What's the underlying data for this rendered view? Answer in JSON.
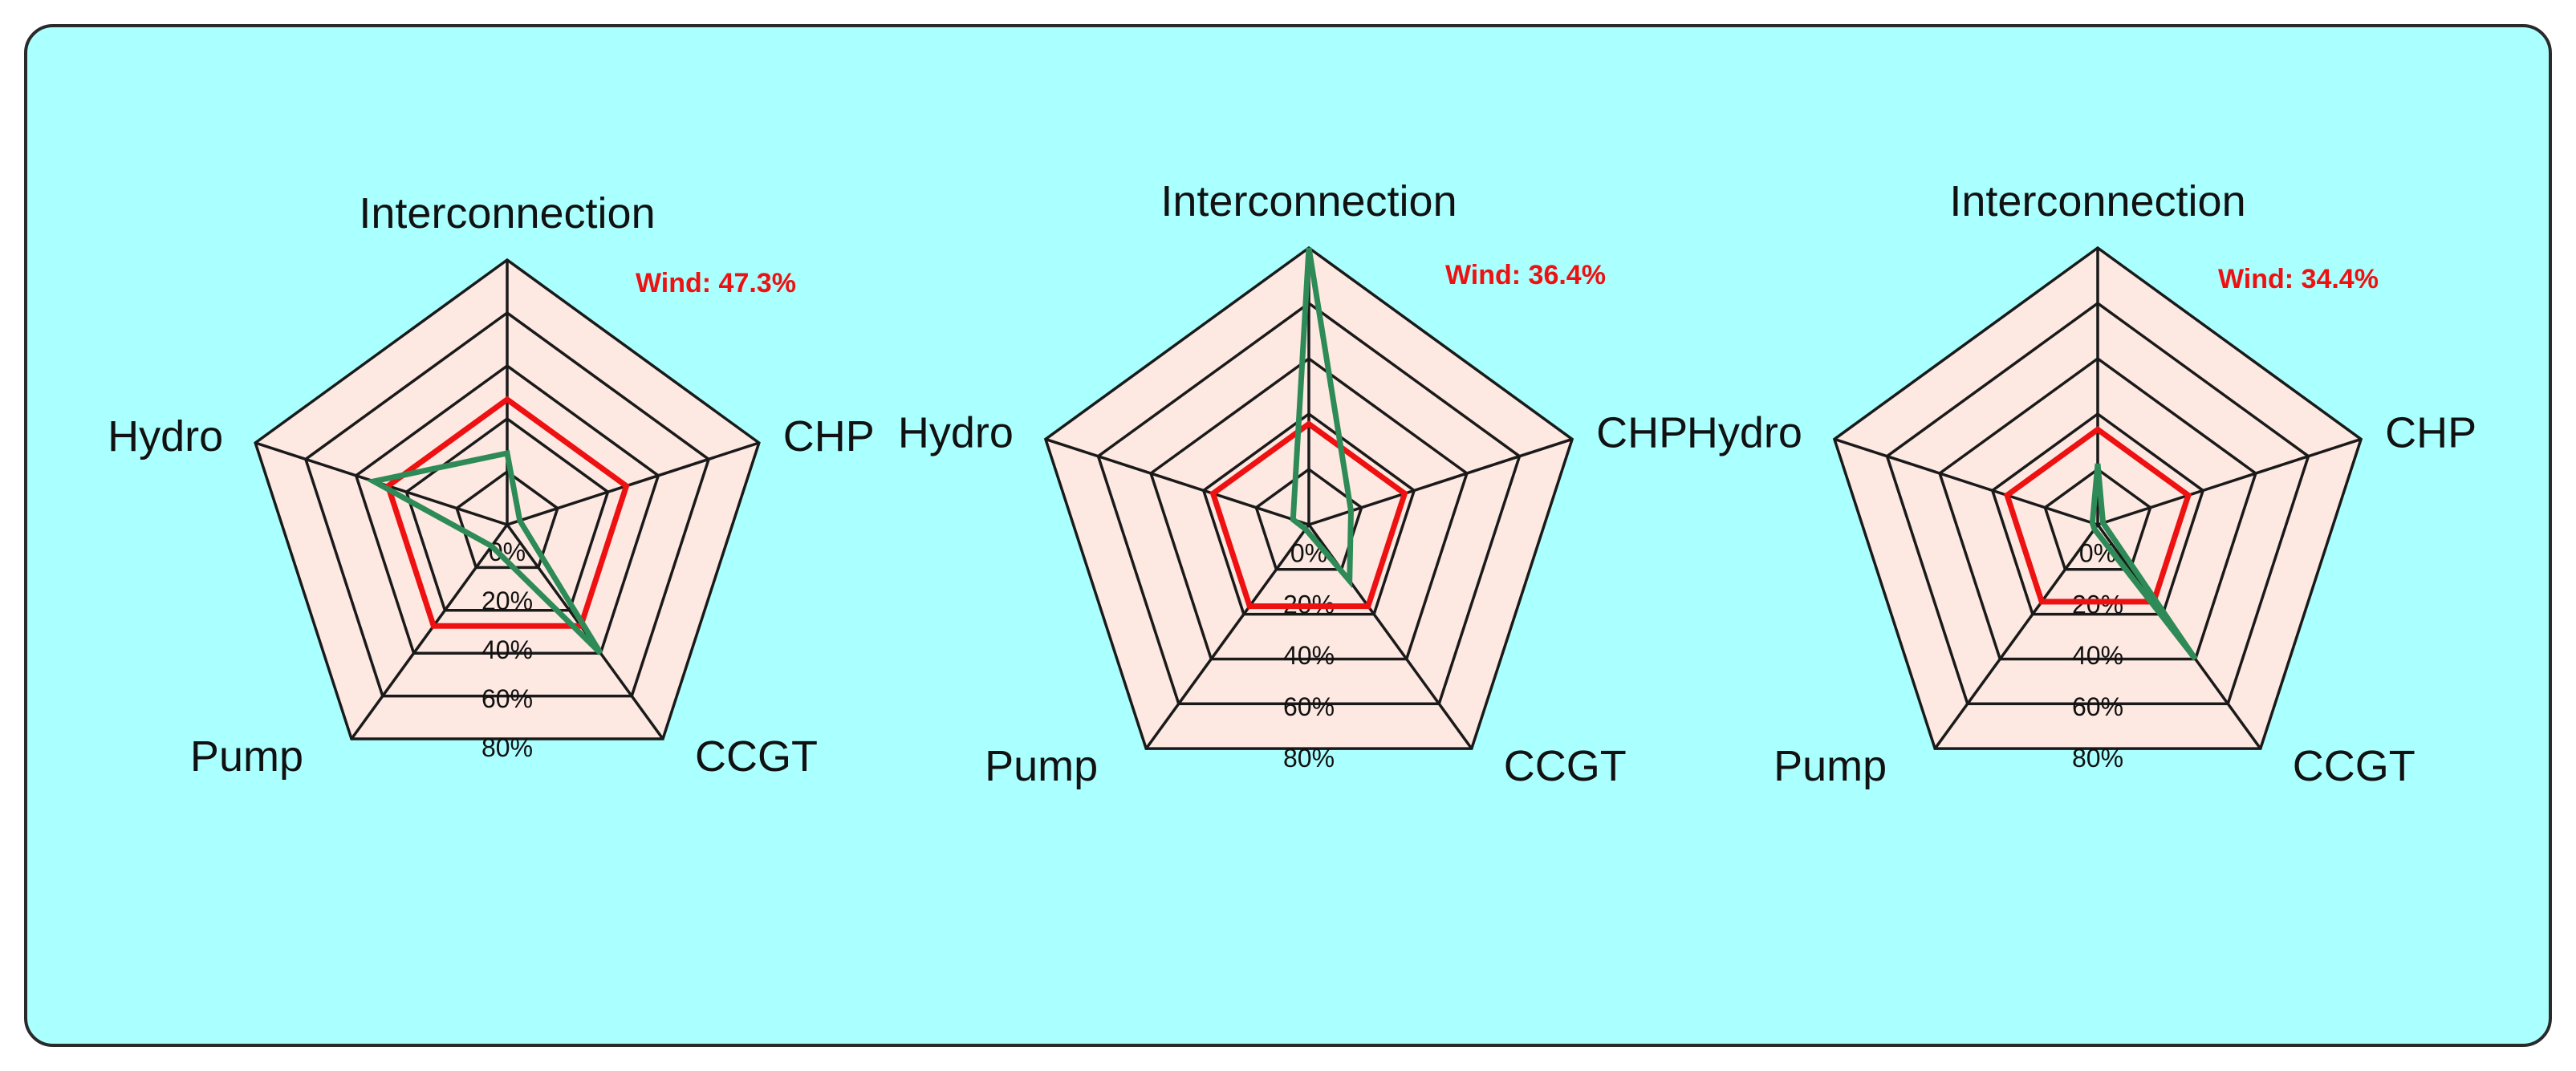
{
  "colors": {
    "background": "#aaffff",
    "grid_fill": "#fde8e2",
    "grid_stroke": "#1a1a1a",
    "threshold_line": "#ee1111",
    "series_line": "#2e8b57",
    "wind_text": "#ee1111"
  },
  "chart_data": [
    {
      "type": "radar",
      "categories": [
        "Interconnection",
        "CHP",
        "CCGT",
        "Pump",
        "Hydro"
      ],
      "tick_labels": [
        "0%",
        "20%",
        "40%",
        "60%",
        "80%"
      ],
      "rmax": 100,
      "annotation": "Wind: 47.3%",
      "series": [
        {
          "values": [
            47.3,
            47.3,
            47.3,
            47.3,
            47.3
          ]
        },
        {
          "values": [
            27,
            5,
            60,
            10,
            53
          ]
        }
      ]
    },
    {
      "type": "radar",
      "categories": [
        "Interconnection",
        "CHP",
        "CCGT",
        "Pump",
        "Hydro"
      ],
      "tick_labels": [
        "0%",
        "20%",
        "40%",
        "60%",
        "80%"
      ],
      "rmax": 100,
      "annotation": "Wind: 36.4%",
      "series": [
        {
          "values": [
            36.4,
            36.4,
            36.4,
            36.4,
            36.4
          ]
        },
        {
          "values": [
            100,
            16,
            25,
            2,
            6
          ]
        }
      ]
    },
    {
      "type": "radar",
      "categories": [
        "Interconnection",
        "CHP",
        "CCGT",
        "Pump",
        "Hydro"
      ],
      "tick_labels": [
        "0%",
        "20%",
        "40%",
        "60%",
        "80%"
      ],
      "rmax": 100,
      "annotation": "Wind: 34.4%",
      "series": [
        {
          "values": [
            34.4,
            34.4,
            34.4,
            34.4,
            34.4
          ]
        },
        {
          "values": [
            22,
            2,
            60,
            2,
            2
          ]
        }
      ]
    }
  ]
}
